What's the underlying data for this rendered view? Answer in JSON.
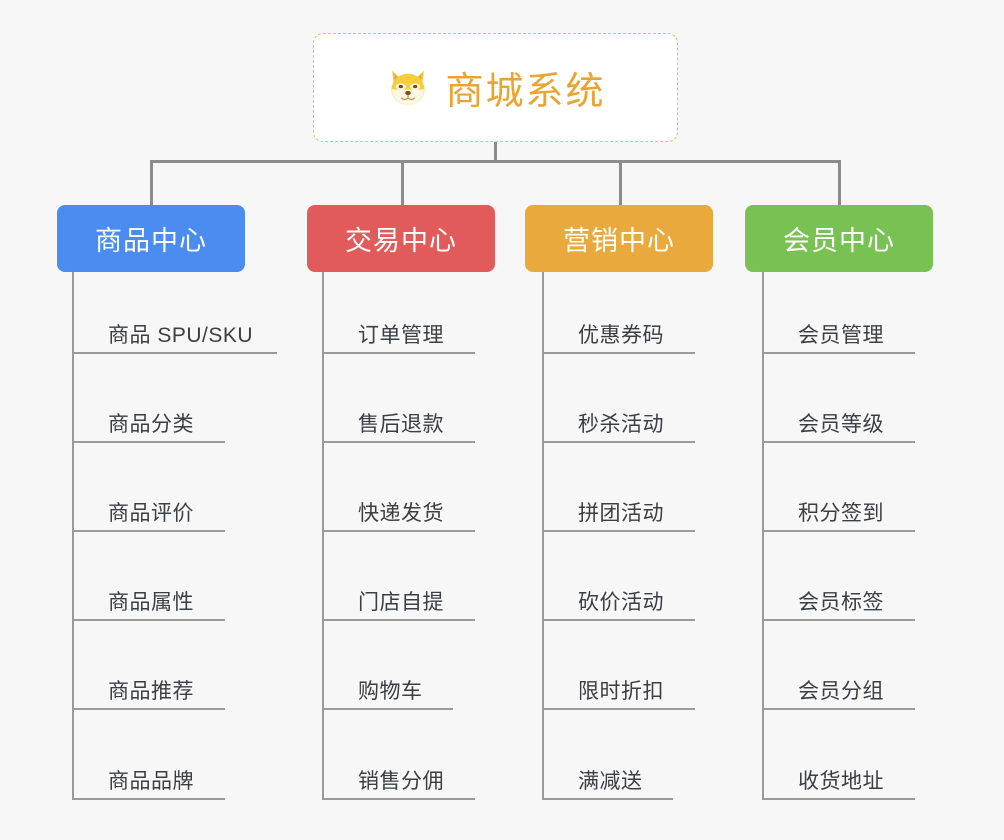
{
  "diagram": {
    "title": "商城系统",
    "root_icon": "shiba-dog-face-icon",
    "background_color": "#f7f7f7",
    "root_border_color": "#f0b95d",
    "root_text_color": "#eba331",
    "connector_color": "#8c8c8c",
    "leaf_rule_color": "#9a9a9a",
    "leaf_text_color": "#3a3f44"
  },
  "columns": [
    {
      "id": "product-center",
      "label": "商品中心",
      "color": "#4a8cf0",
      "items": [
        {
          "label": "商品 SPU/SKU",
          "rule_width": 205
        },
        {
          "label": "商品分类",
          "rule_width": 153
        },
        {
          "label": "商品评价",
          "rule_width": 153
        },
        {
          "label": "商品属性",
          "rule_width": 153
        },
        {
          "label": "商品推荐",
          "rule_width": 153
        },
        {
          "label": "商品品牌",
          "rule_width": 153
        }
      ]
    },
    {
      "id": "trade-center",
      "label": "交易中心",
      "color": "#e15b5b",
      "items": [
        {
          "label": "订单管理",
          "rule_width": 153
        },
        {
          "label": "售后退款",
          "rule_width": 153
        },
        {
          "label": "快递发货",
          "rule_width": 153
        },
        {
          "label": "门店自提",
          "rule_width": 153
        },
        {
          "label": "购物车",
          "rule_width": 131
        },
        {
          "label": "销售分佣",
          "rule_width": 153
        }
      ]
    },
    {
      "id": "marketing-center",
      "label": "营销中心",
      "color": "#eaa93c",
      "items": [
        {
          "label": "优惠券码",
          "rule_width": 153
        },
        {
          "label": "秒杀活动",
          "rule_width": 153
        },
        {
          "label": "拼团活动",
          "rule_width": 153
        },
        {
          "label": "砍价活动",
          "rule_width": 153
        },
        {
          "label": "限时折扣",
          "rule_width": 153
        },
        {
          "label": "满减送",
          "rule_width": 131
        }
      ]
    },
    {
      "id": "member-center",
      "label": "会员中心",
      "color": "#75c council",
      "items": [
        {
          "label": "会员管理",
          "rule_width": 153
        },
        {
          "label": "会员等级",
          "rule_width": 153
        },
        {
          "label": "积分签到",
          "rule_width": 153
        },
        {
          "label": "会员标签",
          "rule_width": 153
        },
        {
          "label": "会员分组",
          "rule_width": 153
        },
        {
          "label": "收货地址",
          "rule_width": 153
        }
      ]
    }
  ]
}
